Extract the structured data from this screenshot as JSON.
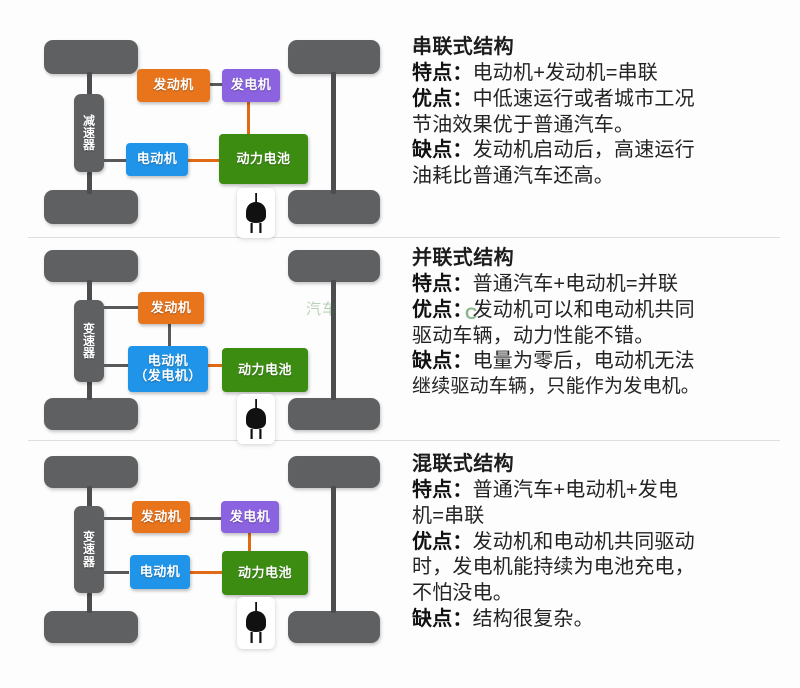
{
  "colors": {
    "engine": "#e8741c",
    "generator": "#8b62e0",
    "motor": "#1f94e8",
    "battery": "#3c8c12",
    "chassis": "#5f6062",
    "wire_grey": "#58595b",
    "wire_orange": "#e06a15",
    "background": "#fdfdfd",
    "divider": "#dedede",
    "watermark": "#2f7d32"
  },
  "labels": {
    "engine": "发动机",
    "generator": "发电机",
    "motor": "电动机",
    "motor_generator": "电动机\n（发电机）",
    "battery": "动力电池",
    "reducer": "减速器",
    "transmission": "变速器",
    "plug_icon": "power-plug-icon"
  },
  "watermark": {
    "text_1": "汽车",
    "text_2": "C"
  },
  "sections": [
    {
      "id": "series",
      "title": "串联式结构",
      "rows": [
        {
          "label": "特点",
          "sep": "：",
          "text": "电动机+发动机=串联"
        },
        {
          "label": "优点",
          "sep": "：",
          "text": "中低速运行或者城市工况"
        },
        {
          "label": "",
          "sep": "",
          "text": "节油效果优于普通汽车。"
        },
        {
          "label": "缺点",
          "sep": "：",
          "text": "发动机启动后，高速运行"
        },
        {
          "label": "",
          "sep": "",
          "text": "油耗比普通汽车还高。"
        }
      ],
      "gearbox_label": "减速器",
      "motor_label": "电动机",
      "has_generator": true
    },
    {
      "id": "parallel",
      "title": "并联式结构",
      "rows": [
        {
          "label": "特点",
          "sep": "：",
          "text": "普通汽车+电动机=并联"
        },
        {
          "label": "优点",
          "sep": "：",
          "text": "发动机可以和电动机共同"
        },
        {
          "label": "",
          "sep": "",
          "text": "驱动车辆，动力性能不错。"
        },
        {
          "label": "缺点",
          "sep": "：",
          "text": "电量为零后，电动机无法"
        },
        {
          "label": "",
          "sep": "",
          "text": "继续驱动车辆，只能作为发电机。"
        }
      ],
      "gearbox_label": "变速器",
      "motor_label": "电动机\n（发电机）",
      "has_generator": false
    },
    {
      "id": "series-parallel",
      "title": "混联式结构",
      "rows": [
        {
          "label": "特点",
          "sep": "：",
          "text": "普通汽车+电动机+发电"
        },
        {
          "label": "",
          "sep": "",
          "text": "机=串联"
        },
        {
          "label": "优点",
          "sep": "：",
          "text": "发动机和电动机共同驱动"
        },
        {
          "label": "",
          "sep": "",
          "text": "时，发电机能持续为电池充电，"
        },
        {
          "label": "",
          "sep": "",
          "text": "不怕没电。"
        },
        {
          "label": "缺点",
          "sep": "：",
          "text": "结构很复杂。"
        }
      ],
      "gearbox_label": "变速器",
      "motor_label": "电动机",
      "has_generator": true
    }
  ]
}
